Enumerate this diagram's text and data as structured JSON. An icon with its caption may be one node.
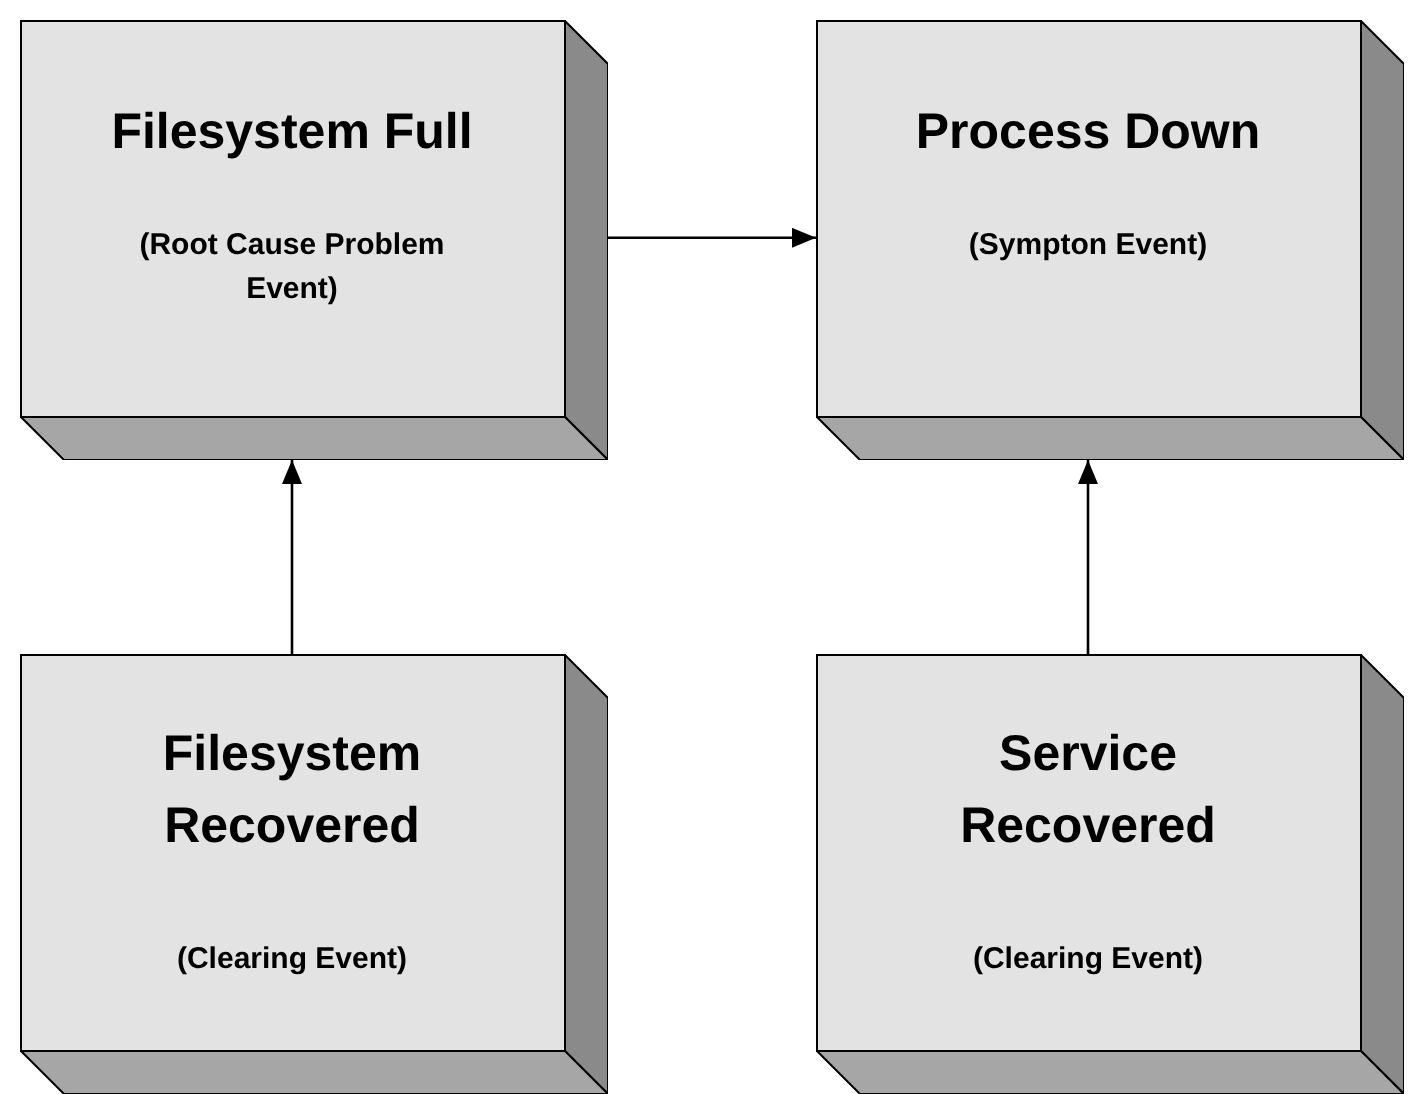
{
  "diagram": {
    "nodes": [
      {
        "text": [
          "Filesystem Full",
          "(Root Cause Problem Event)"
        ]
      },
      {
        "text": [
          "Process Down",
          "(Sympton Event)"
        ]
      },
      {
        "text": [
          "Filesystem Recovered",
          "(Clearing Event)"
        ]
      },
      {
        "text": [
          "Service Recovered",
          "(Clearing Event)"
        ]
      }
    ],
    "edges": [
      {
        "from": 0,
        "to": 1,
        "arrow": "to"
      },
      {
        "from": 2,
        "to": 0,
        "arrow": "to"
      },
      {
        "from": 3,
        "to": 1,
        "arrow": "to"
      }
    ]
  }
}
